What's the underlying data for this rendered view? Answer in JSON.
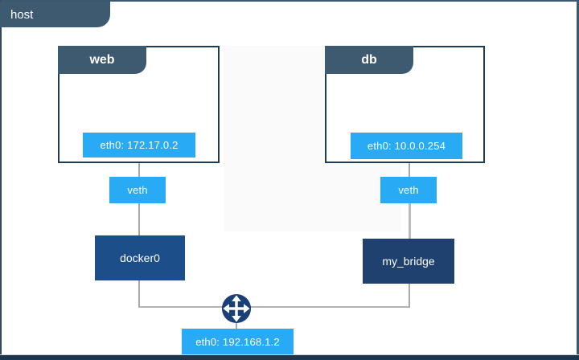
{
  "host": {
    "label": "host",
    "interface_label": "eth0: 192.168.1.2"
  },
  "containers": [
    {
      "name": "web",
      "interface_label": "eth0: 172.17.0.2",
      "veth_label": "veth",
      "bridge_label": "docker0"
    },
    {
      "name": "db",
      "interface_label": "eth0: 10.0.0.254",
      "veth_label": "veth",
      "bridge_label": "my_bridge"
    }
  ],
  "icons": {
    "router": "four-way-arrows-icon"
  },
  "colors": {
    "tab_slate": "#3e5a70",
    "container_border": "#1e3b58",
    "interface_blue": "#29aaf4",
    "docker0_bridge": "#1c4e89",
    "my_bridge": "#1f4170",
    "router_circle": "#1a4077",
    "connector_gray": "#a9a9a9",
    "bottom_bar": "#1e3750"
  }
}
